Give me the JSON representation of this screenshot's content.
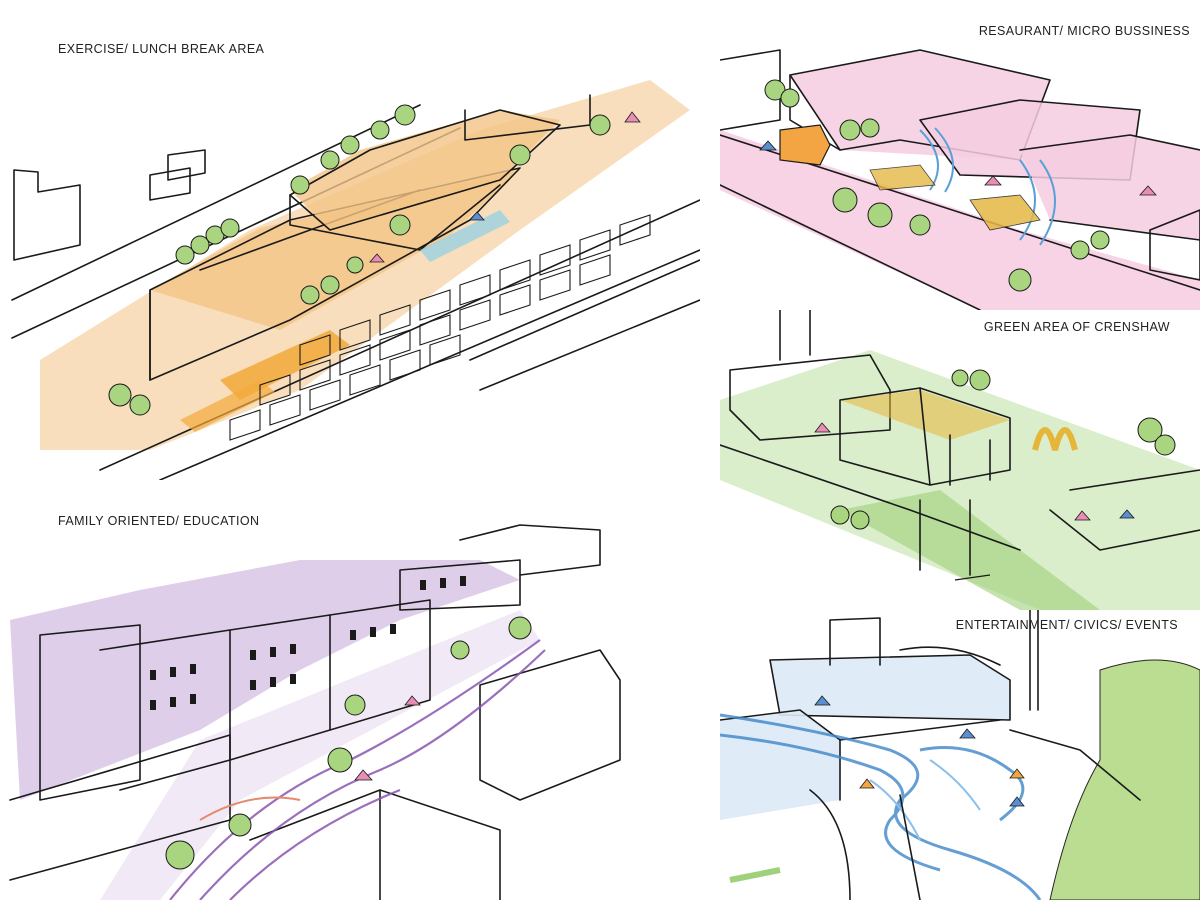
{
  "panels": {
    "exercise": {
      "label": "EXERCISE/ LUNCH BREAK AREA",
      "accent": "#f6d3a6",
      "highlight": "#f2a93b"
    },
    "restaurant": {
      "label": "RESAURANT/ MICRO BUSSINESS",
      "accent": "#f6c8df",
      "highlight": "#f2a542"
    },
    "green": {
      "label": "GREEN AREA OF CRENSHAW",
      "accent": "#d5ebc2",
      "highlight": "#e5b63a"
    },
    "family": {
      "label": "FAMILY ORIENTED/ EDUCATION",
      "accent": "#d8c5e6",
      "highlight": "#8a56b0"
    },
    "entertainment": {
      "label": "ENTERTAINMENT/ CIVICS/ EVENTS",
      "accent": "#cfe5f5",
      "highlight": "#3f86c9"
    }
  },
  "colors": {
    "tree": "#a9d580",
    "ink": "#1a1a1a",
    "umbrella_pink": "#e98cb6",
    "umbrella_blue": "#5a8fd0"
  },
  "icons": {
    "tree": "tree-icon",
    "umbrella": "umbrella-icon",
    "arches": "golden-arches-icon"
  }
}
